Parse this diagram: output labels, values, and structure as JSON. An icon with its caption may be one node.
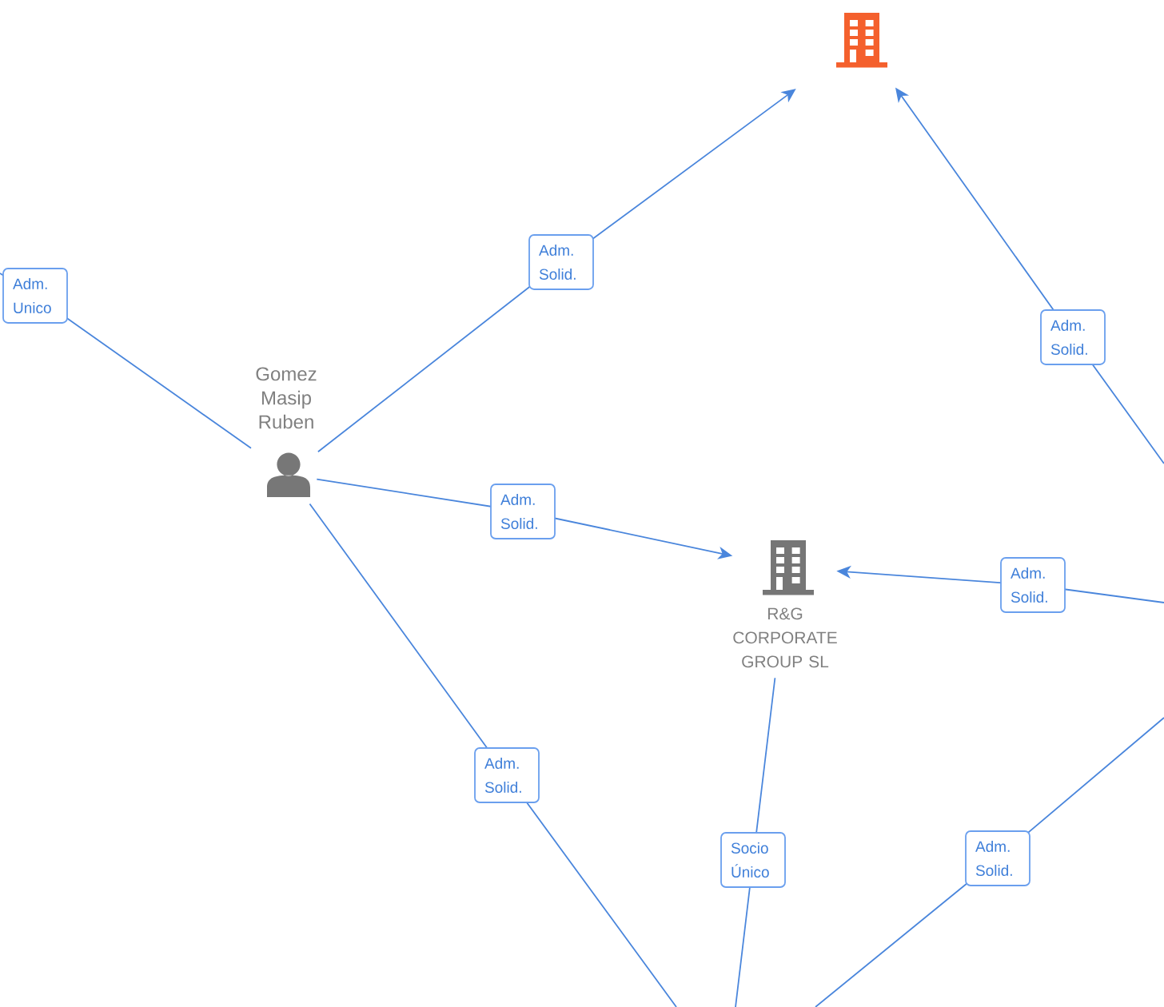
{
  "diagram": {
    "nodes": [
      {
        "text": [],
        "shape": "picture"
      },
      {
        "text": [
          "Gomez Masip Ruben"
        ]
      },
      {
        "text": [
          "R&G CORPORATE GROUP SL"
        ]
      }
    ],
    "edges": [
      {
        "from": 1,
        "to": null,
        "arrow": "none",
        "label": "Adm. Unico"
      },
      {
        "from": 1,
        "to": 0,
        "arrow": "to",
        "label": "Adm. Solid."
      },
      {
        "from": 1,
        "to": 2,
        "arrow": "to",
        "label": "Adm. Solid."
      },
      {
        "from": 1,
        "to": null,
        "arrow": "none",
        "label": "Adm. Solid."
      },
      {
        "from": null,
        "to": 0,
        "arrow": "to",
        "label": "Adm. Solid."
      },
      {
        "from": null,
        "to": 2,
        "arrow": "to",
        "label": "Adm. Solid."
      },
      {
        "from": 2,
        "to": null,
        "arrow": "none",
        "label": "Socio Único"
      }
    ],
    "labels": [
      "Adm. Solid."
    ]
  }
}
